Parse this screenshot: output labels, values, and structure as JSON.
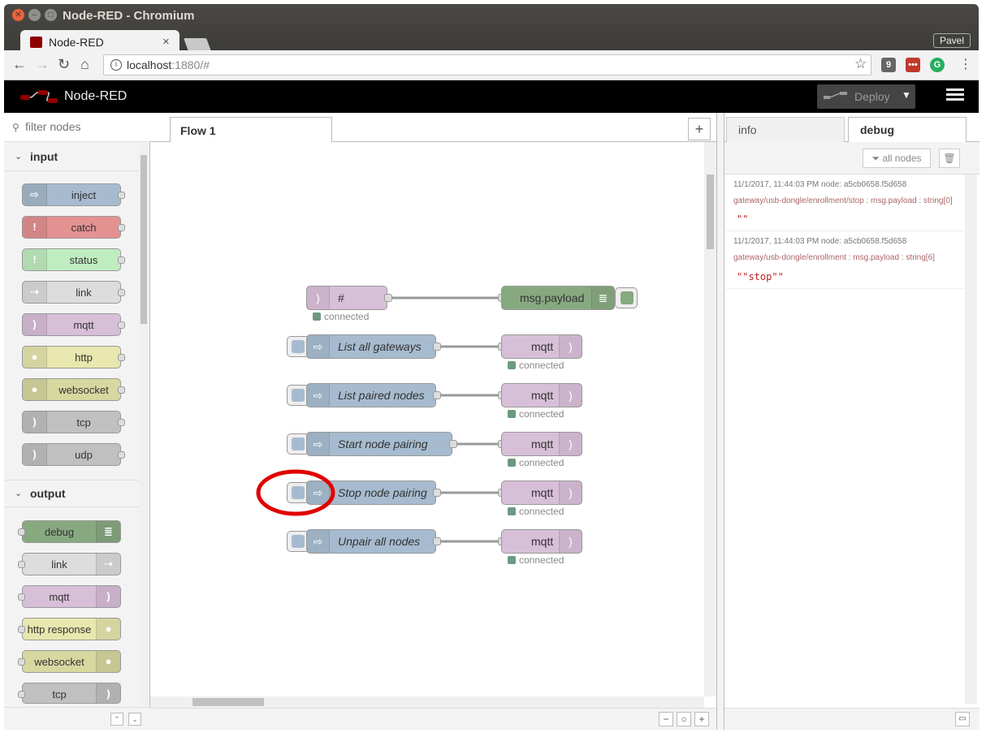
{
  "window": {
    "title": "Node-RED - Chromium",
    "profile": "Pavel"
  },
  "browser": {
    "tab_title": "Node-RED",
    "url_host": "localhost",
    "url_rest": ":1880/#"
  },
  "app": {
    "title": "Node-RED",
    "deploy_label": "Deploy"
  },
  "palette": {
    "filter_placeholder": "filter nodes",
    "categories": [
      {
        "label": "input",
        "nodes": [
          "inject",
          "catch",
          "status",
          "link",
          "mqtt",
          "http",
          "websocket",
          "tcp",
          "udp"
        ]
      },
      {
        "label": "output",
        "nodes": [
          "debug",
          "link",
          "mqtt",
          "http response",
          "websocket",
          "tcp"
        ]
      }
    ]
  },
  "workspace": {
    "tab_label": "Flow 1",
    "add_icon": "+",
    "status_text": "connected",
    "nodes": {
      "mqtt_in": "#",
      "debug": "msg.payload",
      "inject1": "List all gateways",
      "inject2": "List paired nodes",
      "inject3": "Start node pairing",
      "inject4": "Stop node pairing",
      "inject5": "Unpair all nodes",
      "mqtt_out": "mqtt"
    },
    "zoom_out": "−",
    "zoom_reset": "○",
    "zoom_in": "+"
  },
  "sidebar": {
    "tabs": [
      "info",
      "debug"
    ],
    "filter_label": "all nodes",
    "messages": [
      {
        "meta": "11/1/2017, 11:44:03 PM   node: a5cb0658.f5d658",
        "topic": "gateway/usb-dongle/enrollment/stop : msg.payload : string[0]",
        "value": "\"\""
      },
      {
        "meta": "11/1/2017, 11:44:03 PM   node: a5cb0658.f5d658",
        "topic": "gateway/usb-dongle/enrollment : msg.payload : string[6]",
        "value": "\"\"stop\"\""
      }
    ]
  },
  "colors": {
    "inject": "#a6bbcf",
    "catch": "#e49191",
    "status": "#c0edc0",
    "link": "#dddddd",
    "mqtt": "#d8bfd8",
    "http": "#e7e7ae",
    "websocket": "#d7d7a0",
    "debug": "#87a980",
    "annotation": "#e00000"
  }
}
